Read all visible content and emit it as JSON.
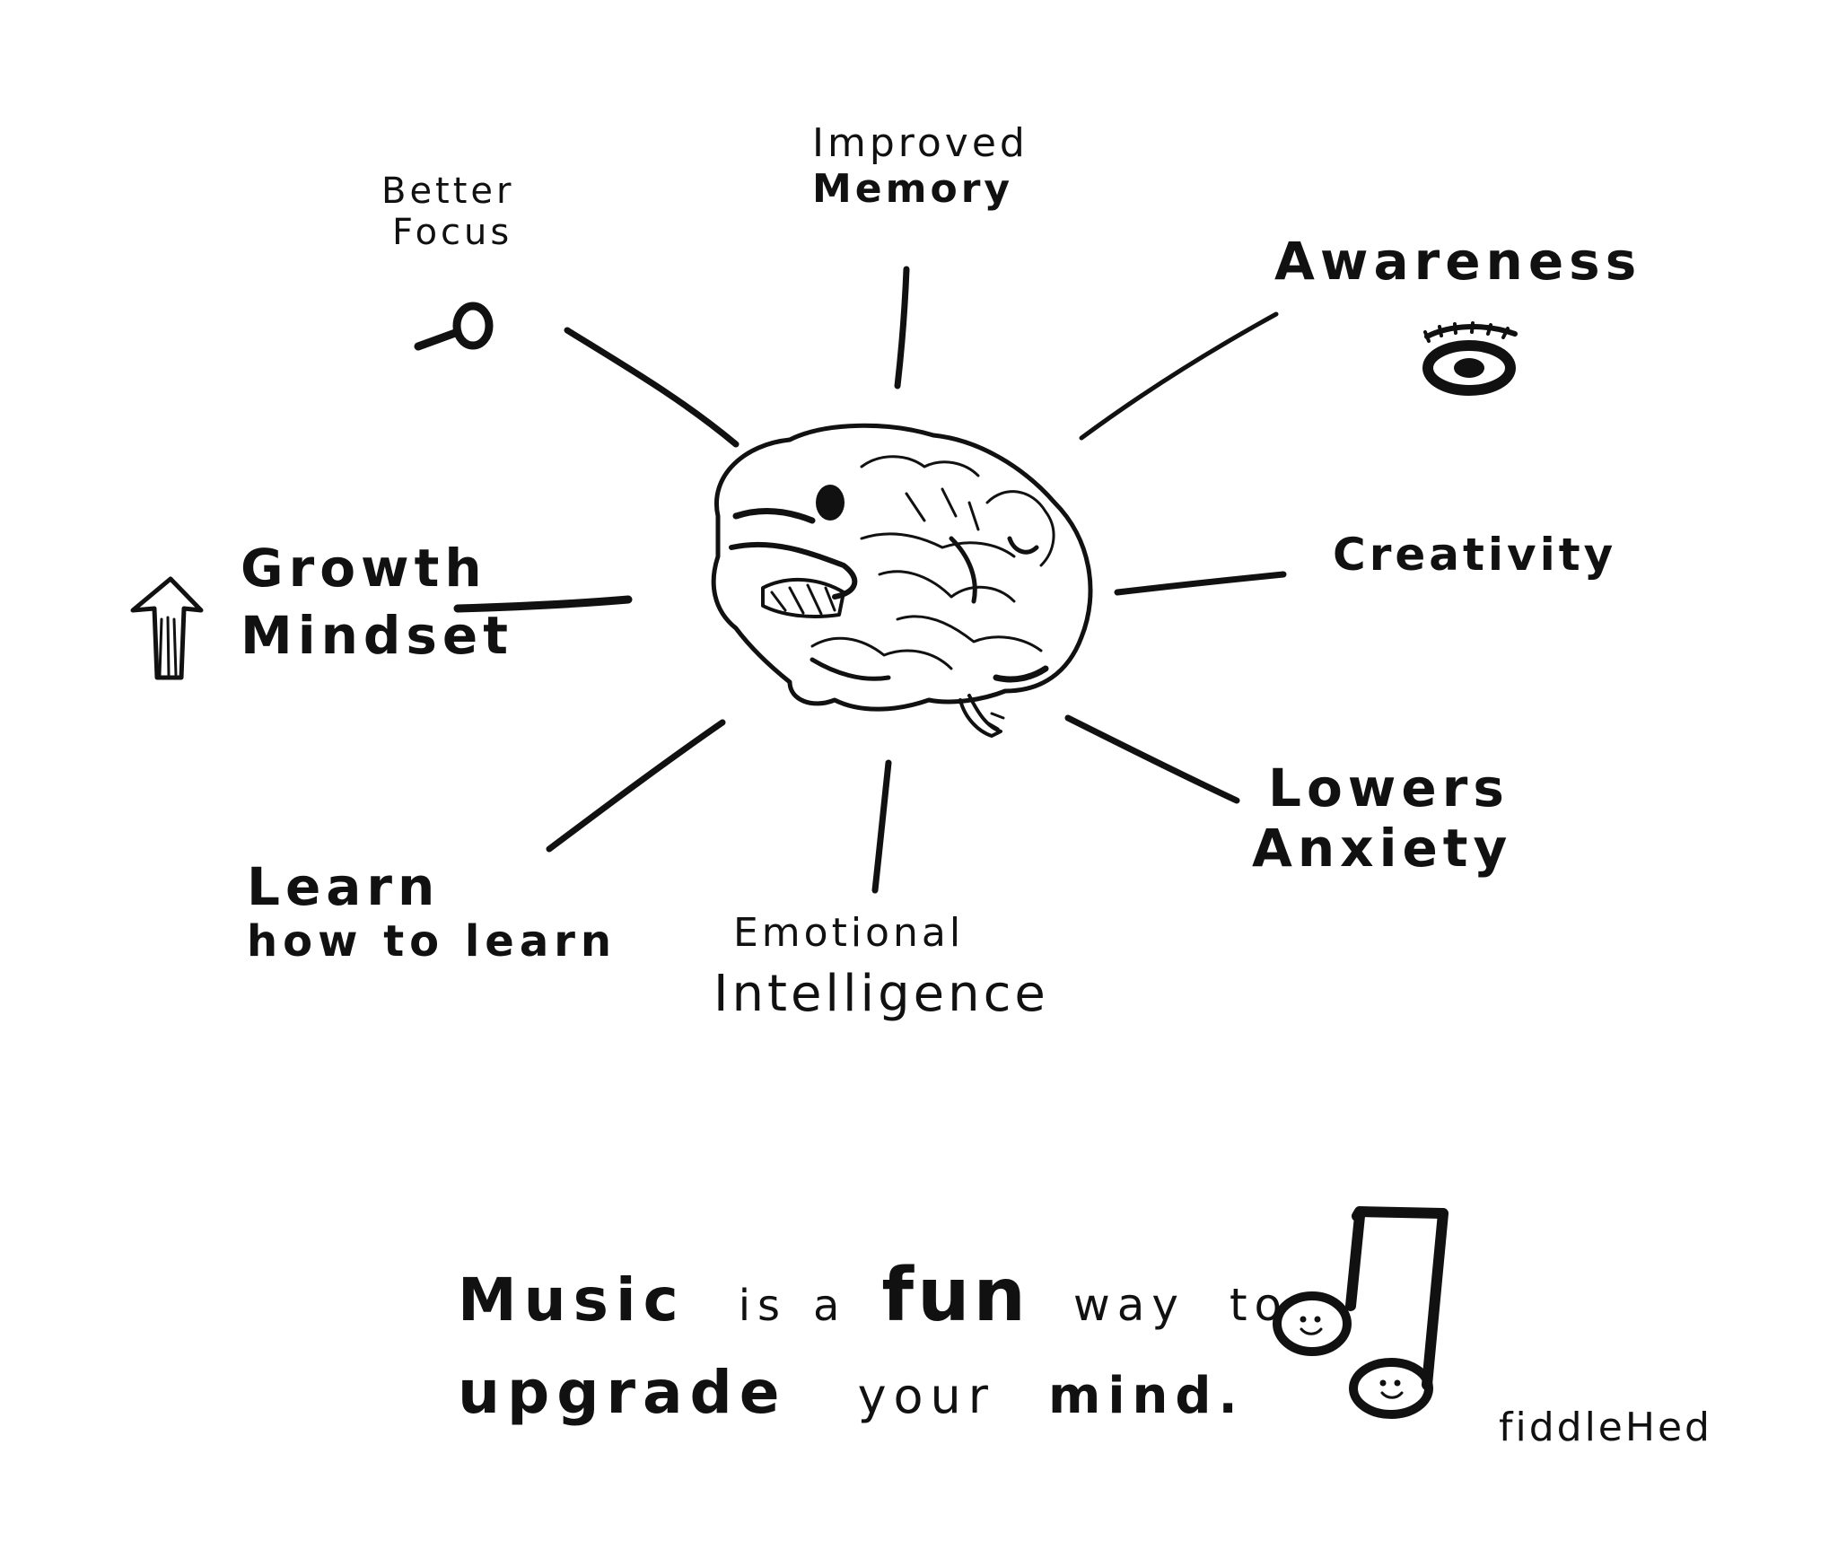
{
  "center": {
    "icon": "brain-icon"
  },
  "benefits": [
    {
      "id": "improved-memory",
      "lines": [
        "Improved",
        "Memory"
      ]
    },
    {
      "id": "better-focus",
      "lines": [
        "Better",
        "Focus"
      ],
      "icon": "magnifying-glass-icon"
    },
    {
      "id": "awareness",
      "lines": [
        "Awareness"
      ],
      "icon": "eye-icon"
    },
    {
      "id": "creativity",
      "lines": [
        "Creativity"
      ]
    },
    {
      "id": "growth-mindset",
      "lines": [
        "Growth",
        "Mindset"
      ],
      "icon": "up-arrow-icon"
    },
    {
      "id": "lowers-anxiety",
      "lines": [
        "Lowers",
        "Anxiety"
      ]
    },
    {
      "id": "learn",
      "lines": [
        "Learn",
        "how to learn"
      ]
    },
    {
      "id": "emotional-intelligence",
      "lines": [
        "Emotional",
        "Intelligence"
      ]
    }
  ],
  "caption": {
    "line1": [
      "Music",
      "is",
      "a",
      "fun",
      "way",
      "to"
    ],
    "line2": [
      "upgrade",
      "your",
      "mind."
    ],
    "icon": "music-note-icon"
  },
  "signature": "fiddleHed",
  "colors": {
    "ink": "#111111",
    "paper": "#ffffff"
  }
}
